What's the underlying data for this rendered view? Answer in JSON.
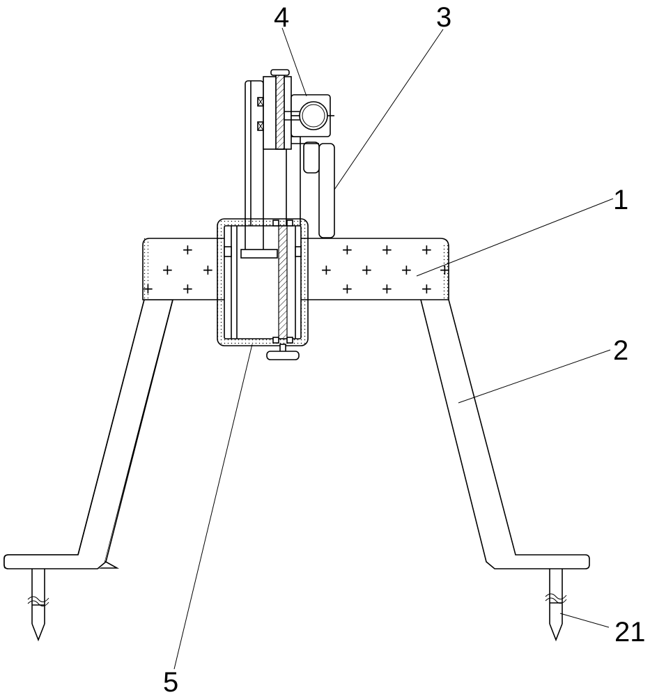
{
  "diagram": {
    "labels": {
      "base": "1",
      "leg": "2",
      "arm": "3",
      "clamp": "4",
      "slide_housing": "5",
      "ground_spike": "21"
    },
    "colors": {
      "line": "#000000",
      "background": "#ffffff"
    }
  }
}
